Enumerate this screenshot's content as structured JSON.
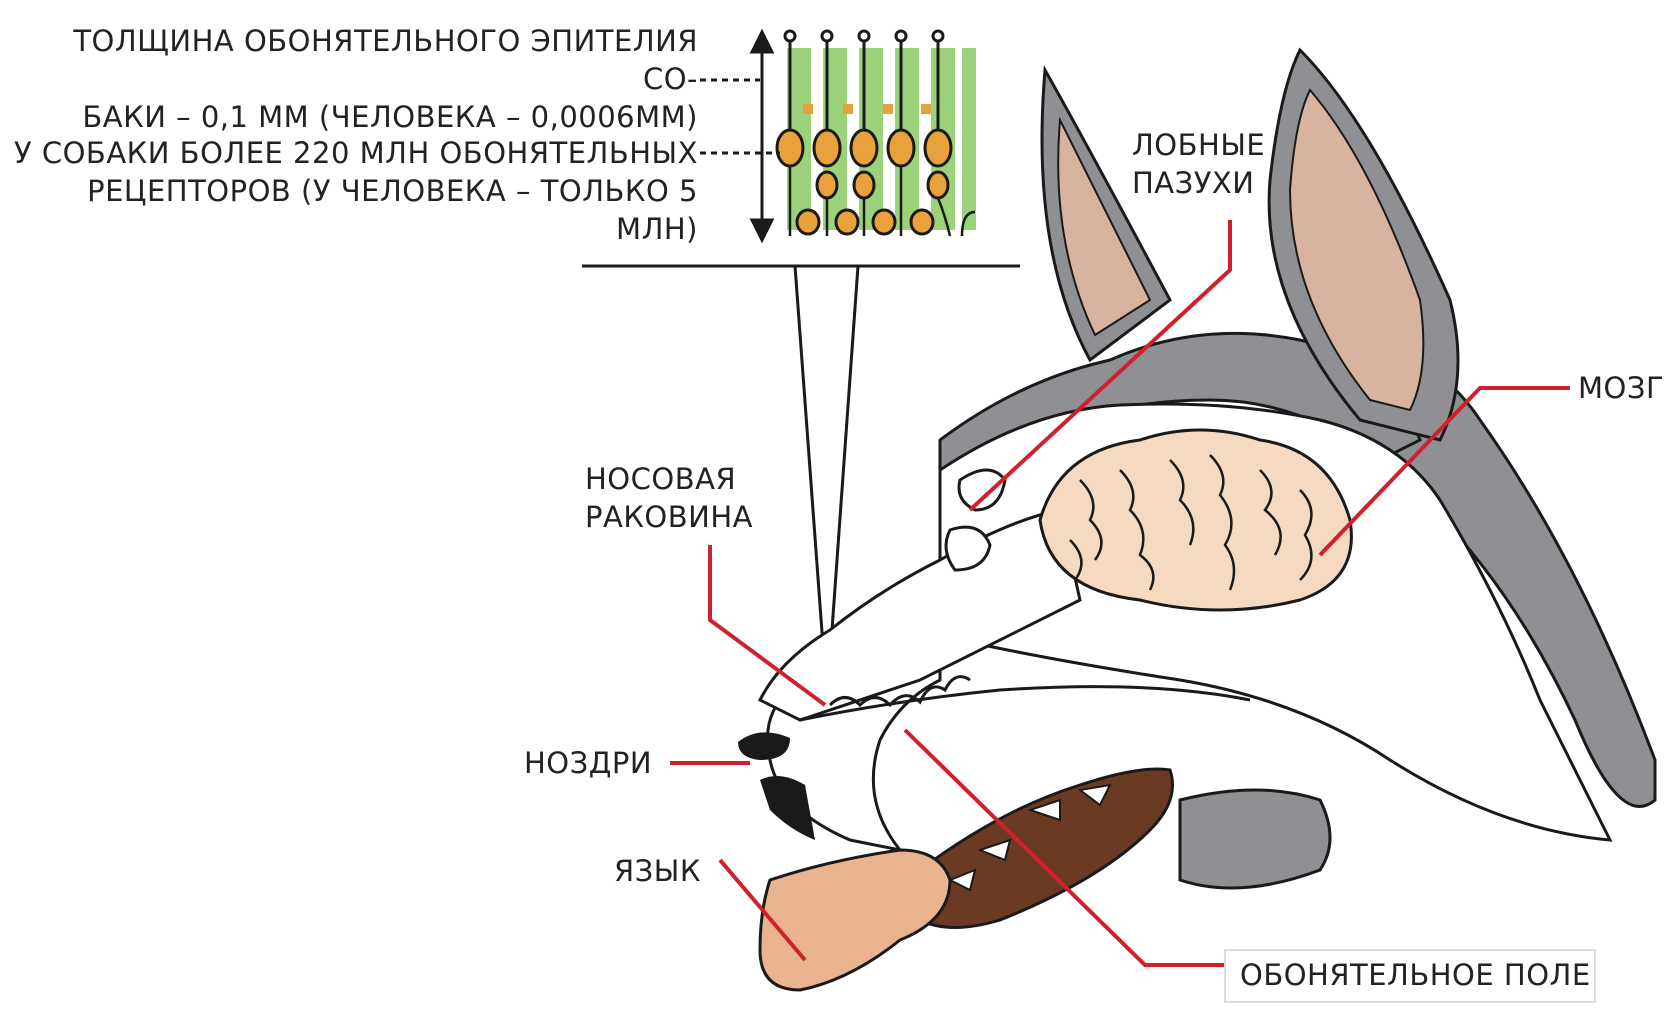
{
  "labels": {
    "epithelium_thickness": "ТОЛЩИНА ОБОНЯТЕЛЬНОГО ЭПИТЕЛИЯ СО-\nБАКИ – 0,1 ММ (ЧЕЛОВЕКА – 0,0006ММ)",
    "receptor_count": "У СОБАКИ БОЛЕЕ 220 МЛН ОБОНЯТЕЛЬНЫХ\nРЕЦЕПТОРОВ (У ЧЕЛОВЕКА – ТОЛЬКО 5 МЛН)",
    "frontal_sinuses": "ЛОБНЫЕ\nПАЗУХИ",
    "brain": "МОЗГ",
    "nasal_concha": "НОСОВАЯ\nРАКОВИНА",
    "nostrils": "НОЗДРИ",
    "tongue": "ЯЗЫК",
    "olfactory_field": "ОБОНЯТЕЛЬНОЕ ПОЛЕ"
  },
  "colors": {
    "leader_line": "#d0202c",
    "fur_gray": "#8f9093",
    "ear_inner": "#d8b39f",
    "brain_fill": "#f5d9c0",
    "tongue_fill": "#e9b38f",
    "mouth_dark": "#6b3a22",
    "receptor_green": "#9bd27a",
    "receptor_cell": "#e9a13c",
    "outline": "#1a1a1a"
  }
}
